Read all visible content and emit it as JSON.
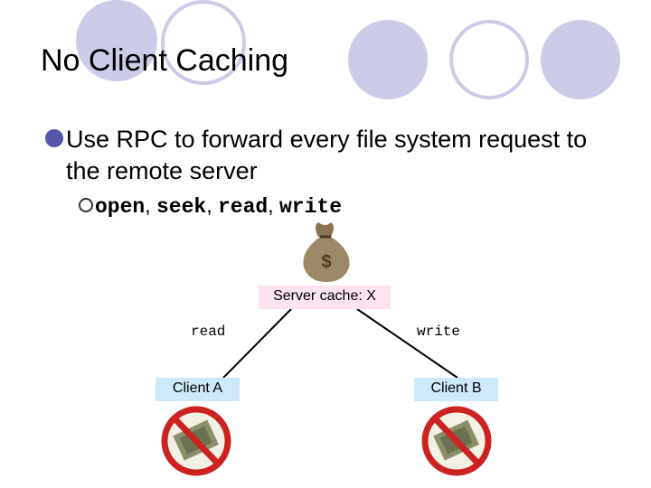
{
  "slide": {
    "title": "No Client Caching",
    "bullet": "Use RPC to forward every file system request to the remote server",
    "sub_items": [
      "open",
      "seek",
      "read",
      "write"
    ],
    "sub_separator": ", "
  },
  "diagram": {
    "server_label": "Server cache:  X",
    "left_edge_label": "read",
    "right_edge_label": "write",
    "client_a": "Client A",
    "client_b": "Client B",
    "server_icon": "money-bag-icon",
    "no_cache_icon": "no-money-icon"
  },
  "colors": {
    "decor_circle": "#cccce8",
    "bullet": "#5555aa",
    "server_box": "#fde3ef",
    "client_box": "#cde8f8",
    "prohibit_red": "#cc2222"
  }
}
